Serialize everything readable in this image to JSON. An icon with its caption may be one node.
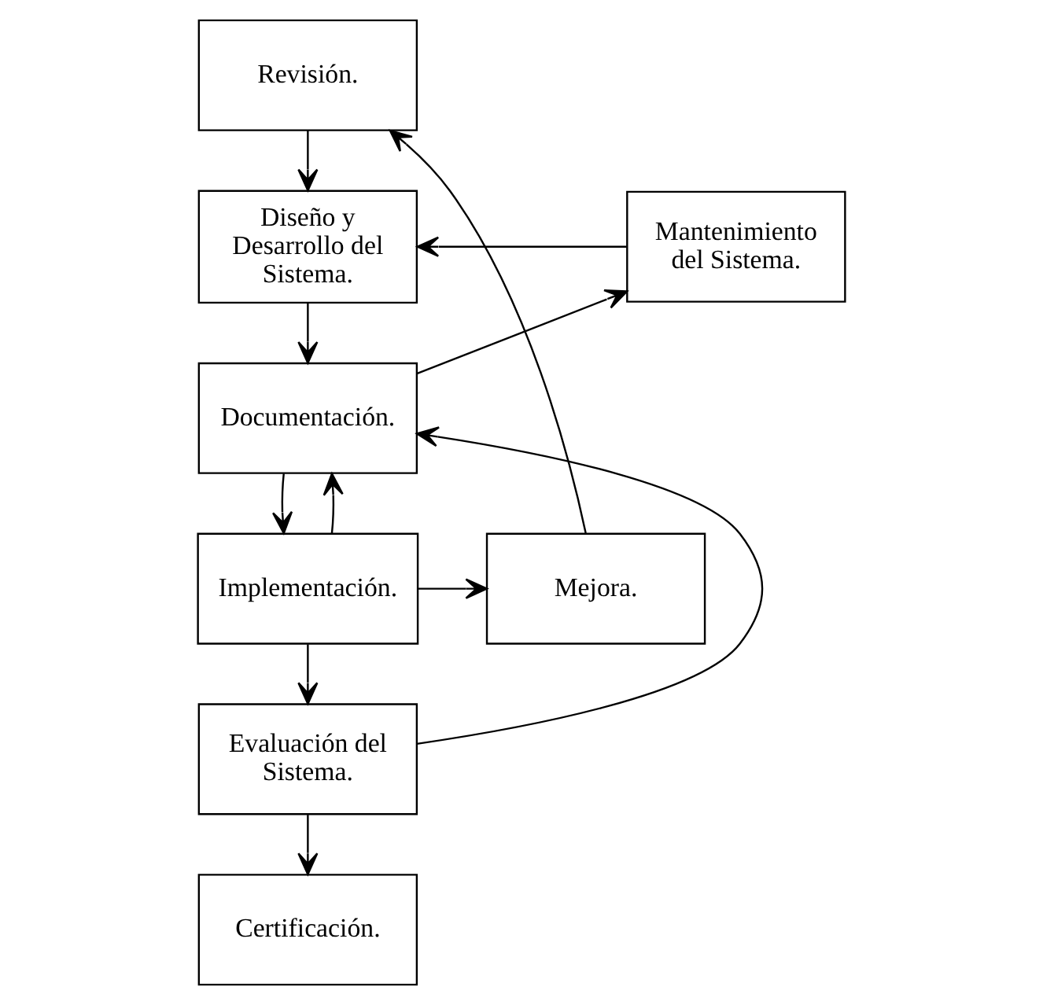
{
  "diagram": {
    "nodes": [
      {
        "text": [
          "Revisión."
        ]
      },
      {
        "text": [
          "Diseño y Desarrollo del Sistema."
        ]
      },
      {
        "text": [
          "Mantenimiento del Sistema."
        ]
      },
      {
        "text": [
          "Documentación."
        ]
      },
      {
        "text": [
          "Implementación."
        ]
      },
      {
        "text": [
          "Mejora."
        ]
      },
      {
        "text": [
          "Evaluación del Sistema."
        ]
      },
      {
        "text": [
          "Certificación."
        ]
      }
    ],
    "edges": [
      {
        "from": 0,
        "to": 1,
        "arrow": "to"
      },
      {
        "from": 2,
        "to": 1,
        "arrow": "to"
      },
      {
        "from": 1,
        "to": 3,
        "arrow": "to"
      },
      {
        "from": 3,
        "to": 2,
        "arrow": "to"
      },
      {
        "from": 3,
        "to": 4,
        "arrow": "to"
      },
      {
        "from": 4,
        "to": 5,
        "arrow": "to"
      },
      {
        "from": 5,
        "to": 0,
        "arrow": "to"
      },
      {
        "from": 4,
        "to": 6,
        "arrow": "to"
      },
      {
        "from": 4,
        "to": 3,
        "arrow": "to"
      },
      {
        "from": 6,
        "to": 3,
        "arrow": "to"
      },
      {
        "from": 6,
        "to": 7,
        "arrow": "to"
      }
    ]
  }
}
